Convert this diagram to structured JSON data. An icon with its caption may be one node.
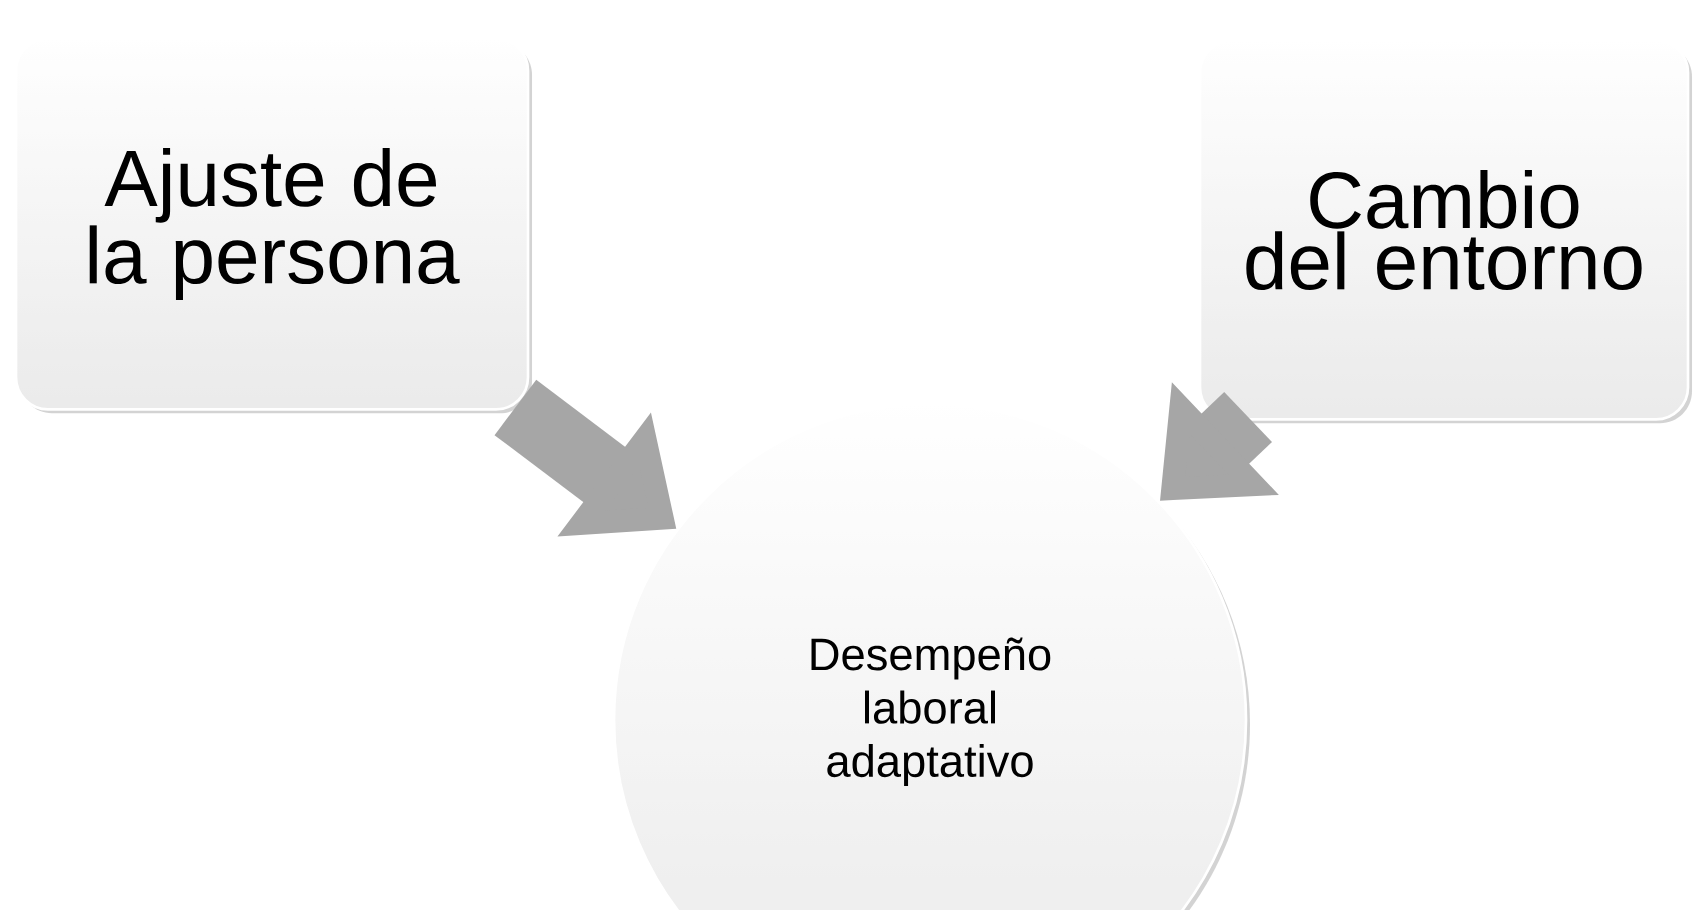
{
  "diagram": {
    "nodes": [
      {
        "text": [
          "Ajuste de la persona"
        ]
      },
      {
        "text": [
          "Cambio del entorno"
        ]
      },
      {
        "text": [
          "Desempeño laboral adaptativo"
        ]
      }
    ],
    "edges": [
      {
        "from": 0,
        "to": 2,
        "arrow": "to"
      },
      {
        "from": 1,
        "to": 2,
        "arrow": "to"
      }
    ]
  }
}
